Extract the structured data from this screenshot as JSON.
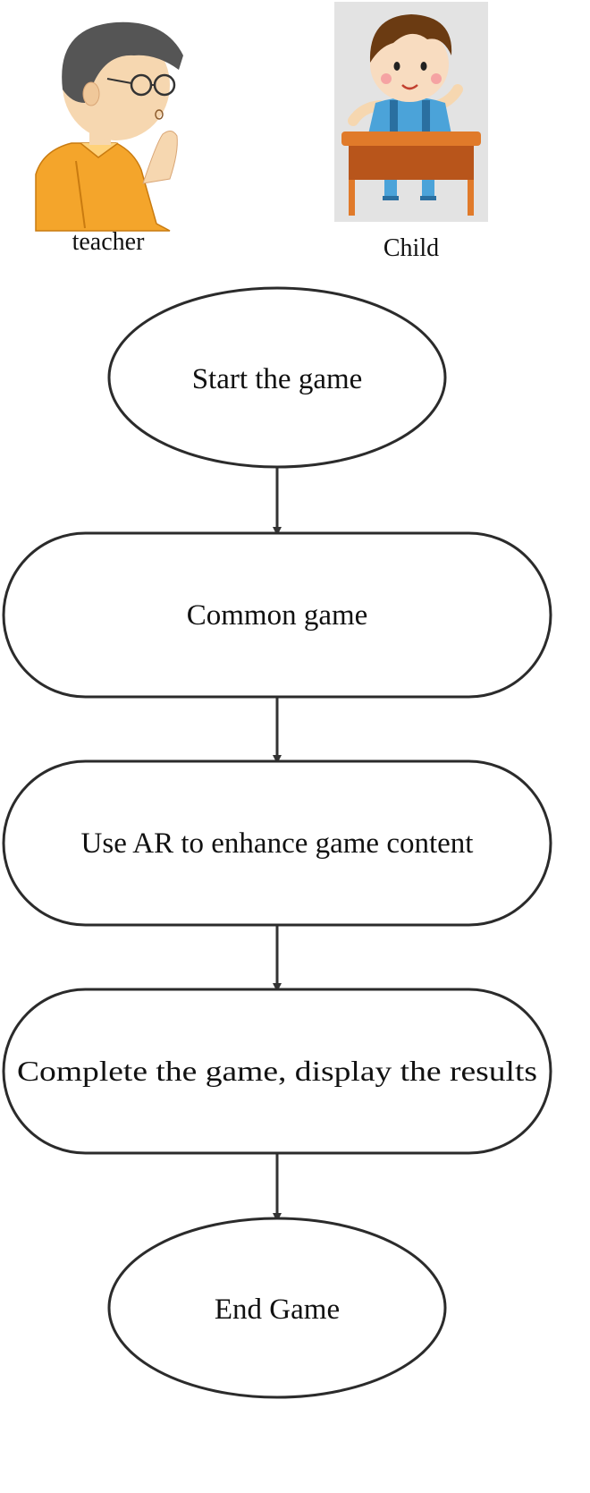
{
  "actors": [
    {
      "id": "teacher",
      "label": "teacher",
      "icon": "teacher-icon"
    },
    {
      "id": "child",
      "label": "Child",
      "icon": "child-at-desk-icon"
    }
  ],
  "flow": {
    "nodes": [
      {
        "id": "start",
        "shape": "ellipse",
        "label": "Start the game"
      },
      {
        "id": "common",
        "shape": "rounded-rect",
        "label": "Common game"
      },
      {
        "id": "ar",
        "shape": "rounded-rect",
        "label": "Use AR to enhance game content"
      },
      {
        "id": "complete",
        "shape": "rounded-rect",
        "label": "Complete the game, display the results"
      },
      {
        "id": "end",
        "shape": "ellipse",
        "label": "End Game"
      }
    ],
    "edges": [
      {
        "from": "start",
        "to": "common"
      },
      {
        "from": "common",
        "to": "ar"
      },
      {
        "from": "ar",
        "to": "complete"
      },
      {
        "from": "complete",
        "to": "end"
      }
    ]
  },
  "colors": {
    "stroke": "#2b2b2b",
    "teacher_shirt": "#f4a52b",
    "teacher_hair": "#555555",
    "child_shirt": "#4ba3d9",
    "child_hair": "#6b3b12",
    "desk": "#e07a2a",
    "desk_front": "#b8551b",
    "icon_bg": "#e3e3e3"
  }
}
